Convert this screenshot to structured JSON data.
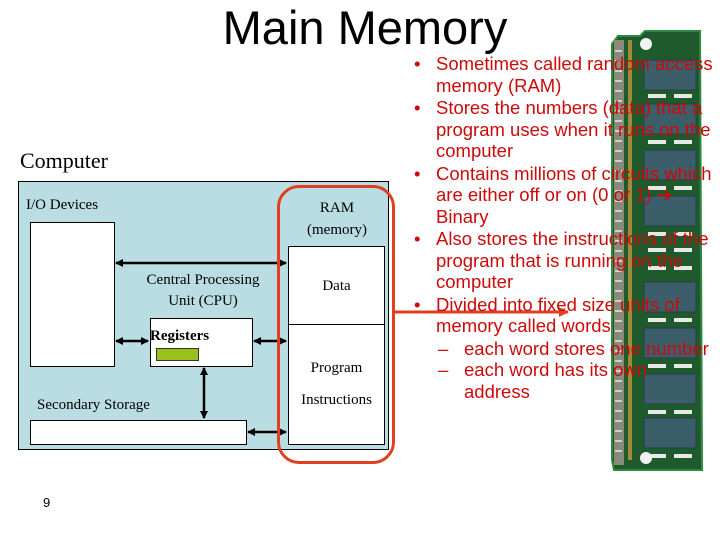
{
  "slide": {
    "title": "Main Memory",
    "page_number": "9"
  },
  "diagram": {
    "computer_label": "Computer",
    "io_label": "I/O Devices",
    "ram_label_line1": "RAM",
    "ram_label_line2": "(memory)",
    "ram_data_label": "Data",
    "ram_program_label": "Program",
    "ram_instructions_label": "Instructions",
    "cpu_label_line1": "Central Processing",
    "cpu_label_line2": "Unit (CPU)",
    "registers_label": "Registers",
    "storage_label": "Secondary Storage",
    "colors": {
      "computer_fill": "#b9dde2",
      "highlight": "#e0401f",
      "register_fill": "#99c21c"
    }
  },
  "bullets": {
    "color": "#cc0a0a",
    "bullet_glyph": "•",
    "dash_glyph": "–",
    "items": [
      {
        "text": "Sometimes called random access memory (RAM)"
      },
      {
        "text": "Stores the numbers (data) that a program uses when it runs on the computer"
      },
      {
        "text_before_arrow": "Contains millions of circuits which are either off or on (0 or 1)",
        "arrow": "➔",
        "text_after_arrow": "Binary"
      },
      {
        "text": "Also stores the instructions of the program that is running on the computer"
      },
      {
        "text": "Divided into fixed size units of memory called words",
        "sub": [
          {
            "text": "each word stores one number"
          },
          {
            "text": "each word has its own address"
          }
        ]
      }
    ]
  },
  "image": {
    "icon": "ram-module-photo"
  }
}
